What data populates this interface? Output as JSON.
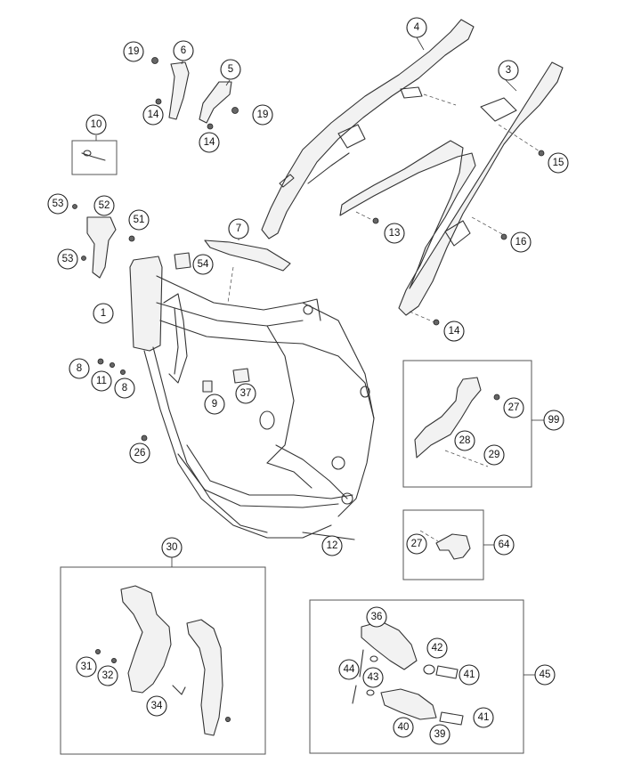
{
  "callouts": {
    "c1": "1",
    "c3": "3",
    "c4": "4",
    "c5": "5",
    "c6": "6",
    "c7": "7",
    "c8": "8",
    "c8b": "8",
    "c9": "9",
    "c10": "10",
    "c11": "11",
    "c12": "12",
    "c13": "13",
    "c14a": "14",
    "c14b": "14",
    "c14c": "14",
    "c15": "15",
    "c16": "16",
    "c19a": "19",
    "c19b": "19",
    "c26": "26",
    "c27a": "27",
    "c27b": "27",
    "c28": "28",
    "c29": "29",
    "c30": "30",
    "c31": "31",
    "c32": "32",
    "c34": "34",
    "c36": "36",
    "c37": "37",
    "c39": "39",
    "c40": "40",
    "c41a": "41",
    "c41b": "41",
    "c42": "42",
    "c43": "43",
    "c44": "44",
    "c45": "45",
    "c51": "51",
    "c52": "52",
    "c53a": "53",
    "c53b": "53",
    "c54": "54",
    "c64": "64",
    "c99": "99"
  }
}
